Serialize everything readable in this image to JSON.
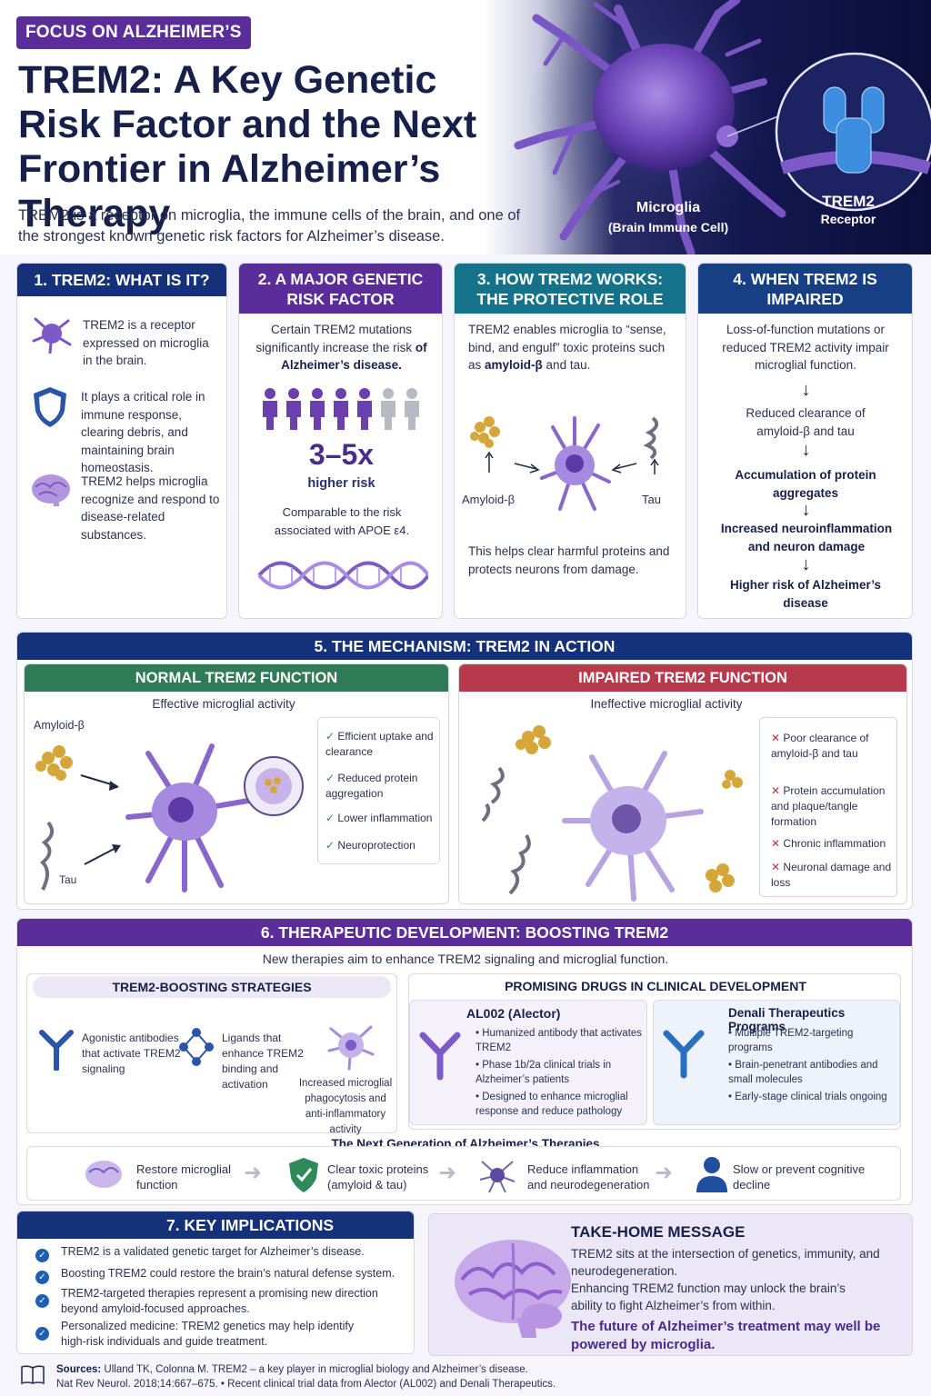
{
  "header": {
    "tag": "FOCUS ON ALZHEIMER’S",
    "title": "TREM2: A Key Genetic Risk Factor and the Next Frontier in Alzheimer’s Therapy",
    "subtitle": "TREM2 is a receptor on microglia, the immune cells of the brain, and one of the strongest known genetic risk factors for Alzheimer’s disease.",
    "microglia_label": "Microglia",
    "microglia_sub": "(Brain Immune Cell)",
    "trem2_label": "TREM2",
    "trem2_sub": "Receptor"
  },
  "cards": {
    "what": {
      "title": "1. TREM2: WHAT IS IT?",
      "items": [
        "TREM2 is a receptor expressed on microglia in the brain.",
        "It plays a critical role in immune response, clearing debris, and maintaining brain homeostasis.",
        "TREM2 helps microglia recognize and respond to disease-related substances."
      ]
    },
    "risk": {
      "title": "2. A MAJOR GENETIC RISK FACTOR",
      "text": "Certain TREM2 mutations significantly increase the risk",
      "text_bold": "of Alzheimer’s disease.",
      "big": "3–5x",
      "big_sub": "higher risk",
      "compare": "Comparable to the risk associated with APOE ε4."
    },
    "works": {
      "title": "3. HOW TREM2 WORKS: THE PROTECTIVE ROLE",
      "text": "TREM2 enables microglia to “sense, bind, and engulf” toxic proteins such as",
      "text_bold": "amyloid-β",
      "text_end": "and tau.",
      "amyloid_label": "Amyloid-β",
      "tau_label": "Tau",
      "footer": "This helps clear harmful proteins and protects neurons from damage."
    },
    "impaired": {
      "title": "4. WHEN TREM2 IS IMPAIRED",
      "steps": [
        "Loss-of-function mutations or reduced TREM2 activity impair microglial function.",
        "Reduced clearance of amyloid-β and tau",
        "Accumulation of protein aggregates",
        "Increased neuroinflammation and neuron damage",
        "Higher risk of Alzheimer’s disease"
      ]
    }
  },
  "mechanism": {
    "title": "5. THE MECHANISM: TREM2 IN ACTION",
    "normal": {
      "title": "NORMAL TREM2 FUNCTION",
      "subtitle": "Effective microglial activity",
      "amyloid_label": "Amyloid-β",
      "tau_label": "Tau",
      "checks": [
        "Efficient uptake and clearance",
        "Reduced protein aggregation",
        "Lower inflammation",
        "Neuroprotection"
      ]
    },
    "impaired": {
      "title": "IMPAIRED TREM2 FUNCTION",
      "subtitle": "Ineffective microglial activity",
      "crosses": [
        "Poor clearance of amyloid-β and tau",
        "Protein accumulation and plaque/tangle formation",
        "Chronic inflammation",
        "Neuronal damage and loss"
      ]
    }
  },
  "therapy": {
    "title": "6. THERAPEUTIC DEVELOPMENT: BOOSTING TREM2",
    "subtitle": "New therapies aim to enhance TREM2 signaling and microglial function.",
    "strategies_title": "TREM2-BOOSTING STRATEGIES",
    "strategies": [
      "Agonistic antibodies that activate TREM2 signaling",
      "Ligands that enhance TREM2 binding and activation",
      "Increased microglial phagocytosis and anti-inflammatory activity"
    ],
    "drugs_title": "PROMISING DRUGS IN CLINICAL DEVELOPMENT",
    "al002": {
      "name": "AL002 (Alector)",
      "bullets": [
        "Humanized antibody that activates TREM2",
        "Phase 1b/2a clinical trials in Alzheimer’s patients",
        "Designed to enhance microglial response and reduce pathology"
      ]
    },
    "denali": {
      "name": "Denali Therapeutics Programs",
      "bullets": [
        "Multiple TREM2-targeting programs",
        "Brain-penetrant antibodies and small molecules",
        "Early-stage clinical trials ongoing"
      ]
    },
    "next_title": "The Next Generation of Alzheimer’s Therapies",
    "next_steps": [
      "Restore microglial function",
      "Clear toxic proteins (amyloid & tau)",
      "Reduce inflammation and neurodegeneration",
      "Slow or prevent cognitive decline"
    ]
  },
  "implications": {
    "title": "7. KEY IMPLICATIONS",
    "items": [
      "TREM2 is a validated genetic target for Alzheimer’s disease.",
      "Boosting TREM2 could restore the brain’s natural defense system.",
      "TREM2-targeted therapies represent a promising new direction beyond amyloid-focused approaches.",
      "Personalized medicine: TREM2 genetics may help identify high-risk individuals and guide treatment."
    ]
  },
  "takehome": {
    "title": "TAKE-HOME MESSAGE",
    "text1": "TREM2 sits at the intersection of genetics, immunity, and neurodegeneration.",
    "text2": "Enhancing TREM2 function may unlock the brain’s ability to fight Alzheimer’s from within.",
    "text3": "The future of Alzheimer’s treatment may well be powered by microglia."
  },
  "sources": {
    "label": "Sources:",
    "line1": "Ulland TK, Colonna M. TREM2 – a key player in microglial biology and Alzheimer’s disease.",
    "line2": "Nat Rev Neurol. 2018;14:667–675.  •  Recent clinical trial data from Alector (AL002) and Denali Therapeutics."
  },
  "colors": {
    "navy": "#14317a",
    "purple": "#5b2d9a",
    "teal": "#14738a",
    "green": "#2f8a3e",
    "red": "#c0343e"
  }
}
